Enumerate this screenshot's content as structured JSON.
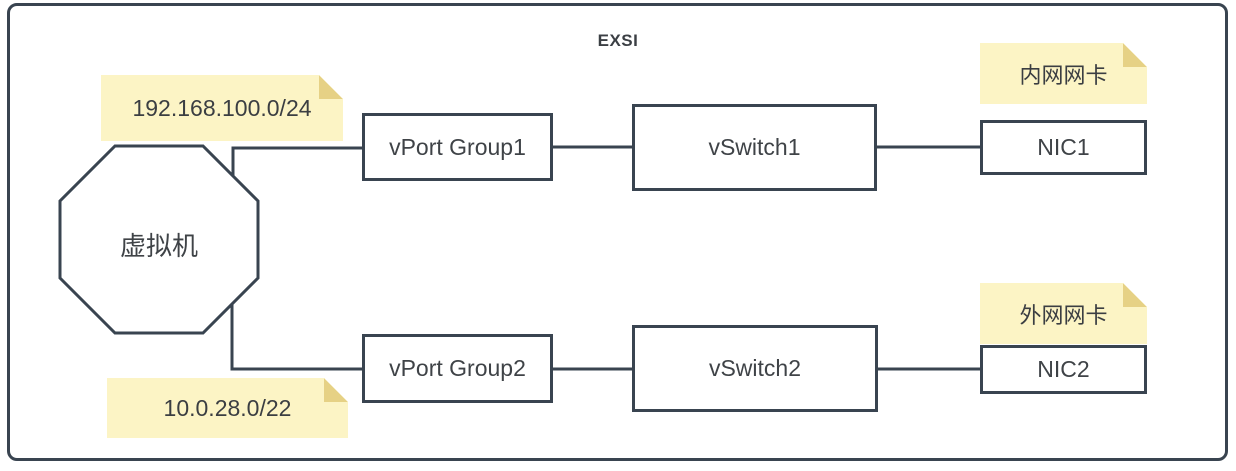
{
  "diagram": {
    "title": "EXSI",
    "nodes": {
      "vm": {
        "label": "虚拟机",
        "shape": "octagon"
      },
      "vport1": {
        "label": "vPort Group1",
        "shape": "rectangle"
      },
      "vport2": {
        "label": "vPort Group2",
        "shape": "rectangle"
      },
      "vswitch1": {
        "label": "vSwitch1",
        "shape": "rectangle"
      },
      "vswitch2": {
        "label": "vSwitch2",
        "shape": "rectangle"
      },
      "nic1": {
        "label": "NIC1",
        "shape": "rectangle"
      },
      "nic2": {
        "label": "NIC2",
        "shape": "rectangle"
      }
    },
    "notes": {
      "subnet1": {
        "label": "192.168.100.0/24",
        "attached_to": "vm-vport1 link"
      },
      "subnet2": {
        "label": "10.0.28.0/22",
        "attached_to": "vm-vport2 link"
      },
      "nic1_role": {
        "label": "内网网卡",
        "attached_to": "nic1"
      },
      "nic2_role": {
        "label": "外网网卡",
        "attached_to": "nic2"
      }
    },
    "edges": [
      {
        "from": "虚拟机",
        "to": "vPort Group1"
      },
      {
        "from": "vPort Group1",
        "to": "vSwitch1"
      },
      {
        "from": "vSwitch1",
        "to": "NIC1"
      },
      {
        "from": "虚拟机",
        "to": "vPort Group2"
      },
      {
        "from": "vPort Group2",
        "to": "vSwitch2"
      },
      {
        "from": "vSwitch2",
        "to": "NIC2"
      }
    ],
    "colors": {
      "stroke": "#394450",
      "node_fill": "#ffffff",
      "note_fill": "#fcf4c5",
      "note_fold": "#e6d185",
      "text": "#3f4347",
      "background": "#ffffff"
    }
  }
}
